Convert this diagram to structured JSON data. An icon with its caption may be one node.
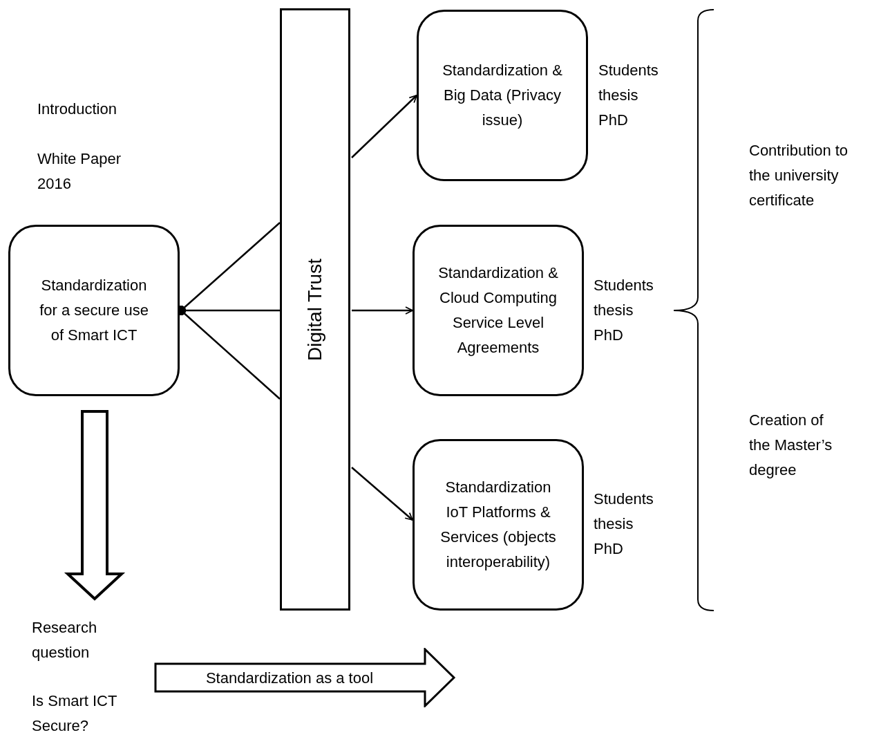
{
  "diagram": {
    "nodes": [
      {
        "text": [
          "Standardization for a secure use of Smart ICT"
        ]
      },
      {
        "text": [
          "Digital Trust"
        ]
      },
      {
        "text": [
          "Standardization & Big Data (Privacy issue)"
        ],
        "beside": [
          "Students thesis PhD"
        ]
      },
      {
        "text": [
          "Standardization & Cloud Computing Service Level Agreements"
        ],
        "beside": [
          "Students thesis PhD"
        ]
      },
      {
        "text": [
          "Standardization IoT Platforms & Services (objects interoperability)"
        ],
        "beside": [
          "Students thesis PhD"
        ]
      },
      {
        "text": [
          "Research question"
        ]
      },
      {
        "text": [
          "Standardization as a tool"
        ]
      }
    ],
    "edges": [
      {
        "from": 0,
        "to": 1,
        "arrow": "other"
      },
      {
        "from": 0,
        "to": 1,
        "arrow": "other"
      },
      {
        "from": 0,
        "to": 1,
        "arrow": "other"
      },
      {
        "from": 1,
        "to": 2,
        "arrow": "to"
      },
      {
        "from": 1,
        "to": 3,
        "arrow": "to"
      },
      {
        "from": 1,
        "to": 4,
        "arrow": "to"
      },
      {
        "from": 0,
        "to": 5,
        "arrow": "to",
        "style": "thick"
      }
    ],
    "labels": [
      "Introduction",
      "White Paper 2016",
      "Contribution to the university certificate",
      "Creation of the Master’s degree",
      "Is Smart ICT Secure?"
    ]
  }
}
